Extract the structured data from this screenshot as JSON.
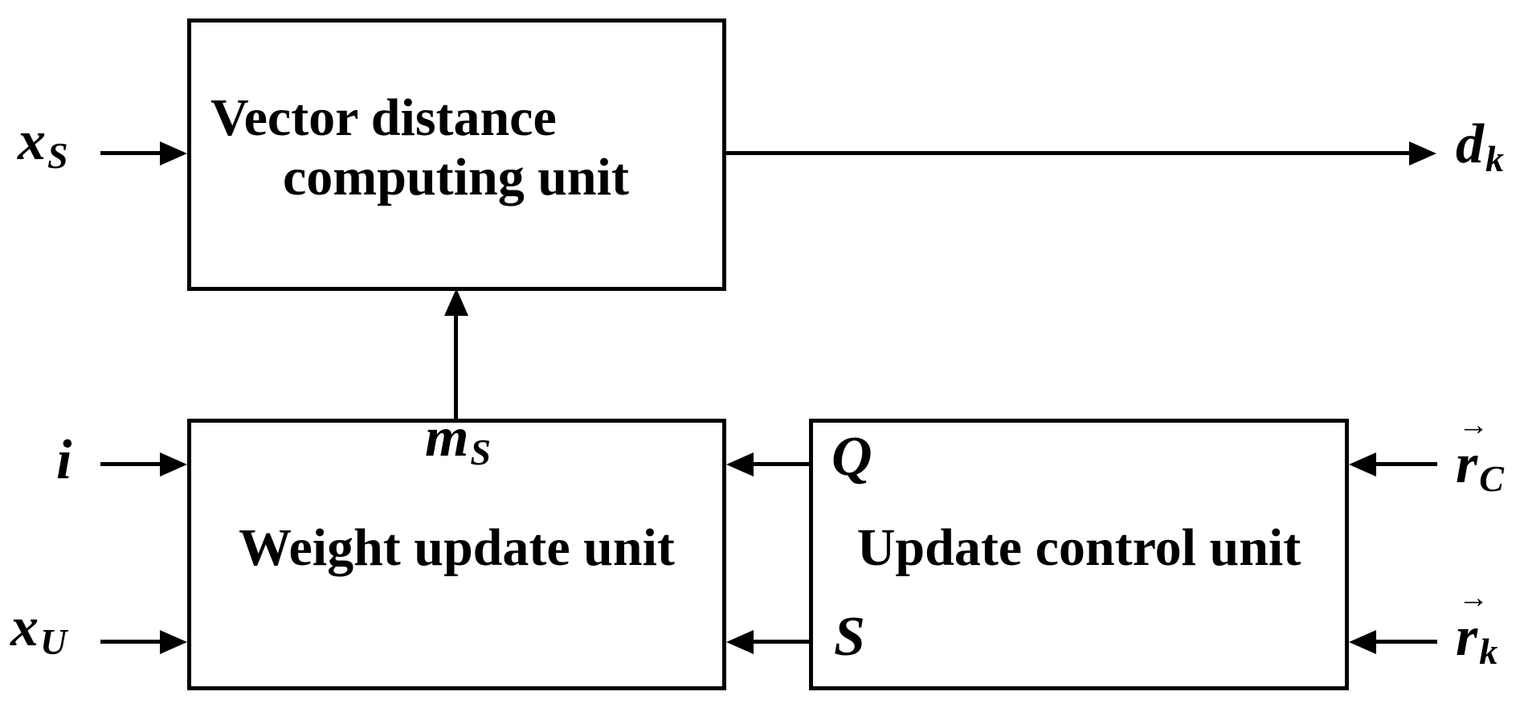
{
  "colors": {
    "background": "#ffffff",
    "ink": "#000000"
  },
  "boxes": {
    "vector_distance": {
      "line1": "Vector distance",
      "line2": "computing unit"
    },
    "weight_update": {
      "label": "Weight update unit"
    },
    "update_control": {
      "label": "Update control unit"
    }
  },
  "signals": {
    "xs": {
      "base": "x",
      "sub": "S"
    },
    "i": {
      "base": "i",
      "sub": ""
    },
    "xu": {
      "base": "x",
      "sub": "U"
    },
    "dk": {
      "base": "d",
      "sub": "k"
    },
    "ms": {
      "base": "m",
      "sub": "S"
    },
    "q": {
      "base": "Q",
      "sub": ""
    },
    "s": {
      "base": "S",
      "sub": ""
    },
    "rc": {
      "base": "r",
      "sub": "C",
      "vector": "→"
    },
    "rk": {
      "base": "r",
      "sub": "k",
      "vector": "→"
    }
  }
}
